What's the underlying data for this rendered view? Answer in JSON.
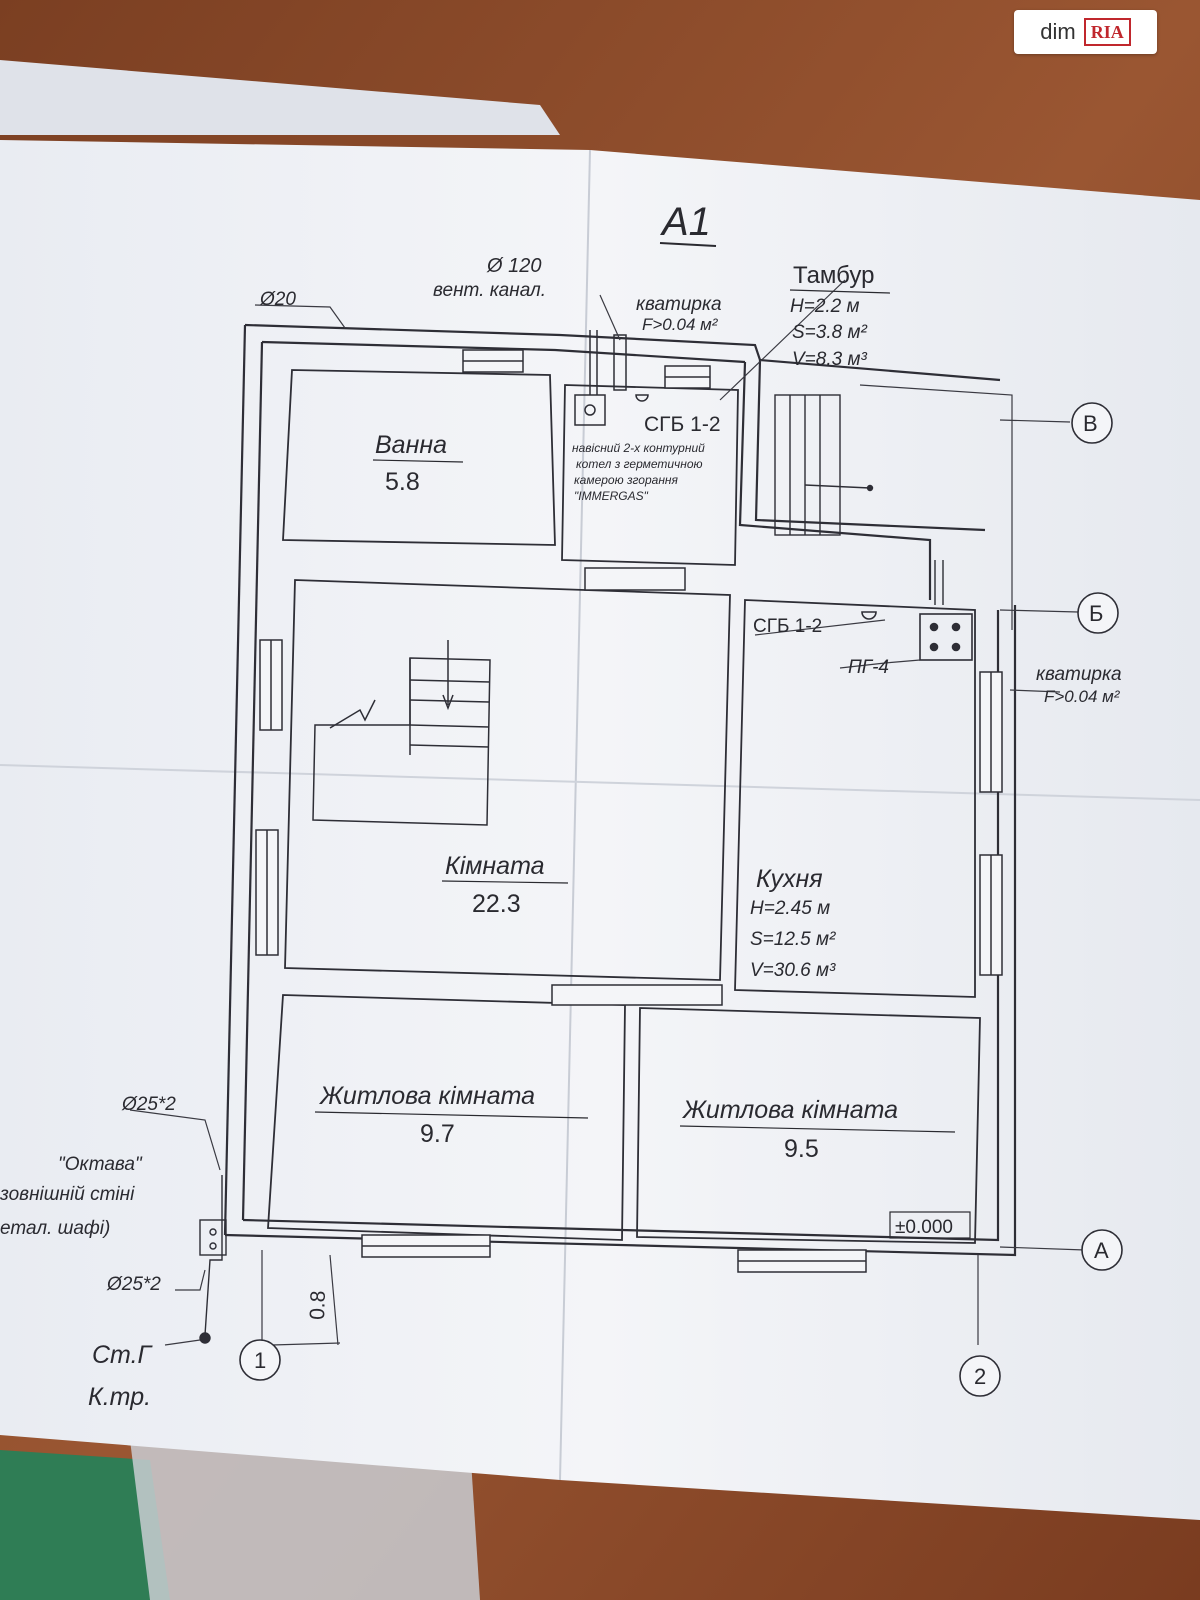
{
  "watermark": {
    "site": "dim",
    "brand": "RIA"
  },
  "plan": {
    "sheet_title": "A1",
    "vent": {
      "diameter": "Ø 120",
      "label": "вент. канал."
    },
    "pipe_top": "Ø20",
    "tambur": {
      "title": "Тамбур",
      "h": "H=2.2 м",
      "s": "S=3.8 м²",
      "v": "V=8.3 м³"
    },
    "window_top": {
      "label": "кватирка",
      "area": "F>0.04 м²"
    },
    "window_right": {
      "label": "кватирка",
      "area": "F>0.04 м²"
    },
    "boiler": {
      "sgb": "СГБ 1-2",
      "line1": "навісний 2-х контурний",
      "line2": "котел з герметичною",
      "line3": "камерою згорання",
      "line4": "\"IMMERGAS\""
    },
    "stove": {
      "sgb": "СГБ 1-2",
      "label": "ПГ-4"
    },
    "rooms": [
      {
        "name": "Ванна",
        "area": "5.8"
      },
      {
        "name": "Кімната",
        "area": "22.3"
      },
      {
        "name": "Кухня",
        "h": "H=2.45 м",
        "s": "S=12.5 м²",
        "v": "V=30.6 м³"
      },
      {
        "name": "Житлова кімната",
        "area": "9.7"
      },
      {
        "name": "Житлова кімната",
        "area": "9.5"
      }
    ],
    "level": "±0.000",
    "axes": {
      "v": "В",
      "b": "Б",
      "a": "А",
      "one": "1",
      "two": "2"
    },
    "dimension": "0.8",
    "meter": {
      "pipe_a": "Ø25*2",
      "pipe_b": "Ø25*2",
      "name": "\"Октава\"",
      "line2": "зовнішній стіні",
      "line3": "етал. шафі)",
      "st": "Ст.Г",
      "ktr": "К.тр."
    }
  }
}
